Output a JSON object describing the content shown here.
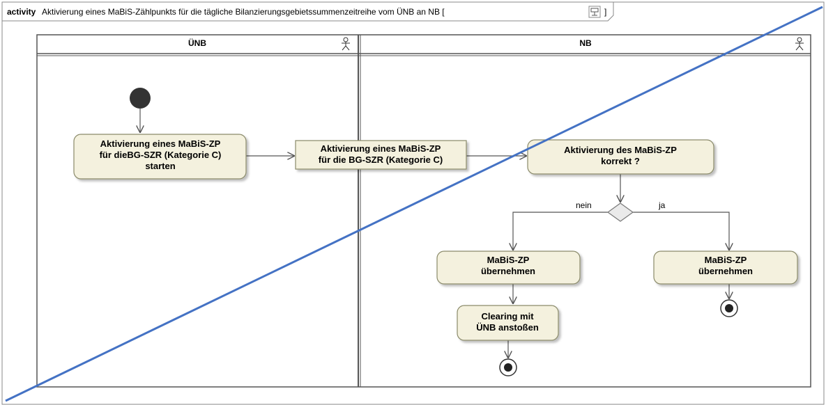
{
  "frame": {
    "keyword": "activity",
    "title": "Aktivierung eines MaBiS-Zählpunkts für die tägliche Bilanzierungsgebietssummenzeitreihe vom ÜNB an NB [",
    "suffix": "]",
    "icon": "activity-diagram-icon"
  },
  "lanes": {
    "left": {
      "title": "ÜNB",
      "icon": "actor-icon"
    },
    "right": {
      "title": "NB",
      "icon": "actor-icon"
    }
  },
  "nodes": {
    "start_action": {
      "line1": "Aktivierung eines MaBiS-ZP",
      "line2": "für dieBG-SZR (Kategorie C)",
      "line3": "starten"
    },
    "object_node": {
      "line1": "Aktivierung eines MaBiS-ZP",
      "line2": "für die BG-SZR (Kategorie C)"
    },
    "check_action": {
      "line1": "Aktivierung des MaBiS-ZP",
      "line2": "korrekt ?"
    },
    "take_left": {
      "line1": "MaBiS-ZP",
      "line2": "übernehmen"
    },
    "take_right": {
      "line1": "MaBiS-ZP",
      "line2": "übernehmen"
    },
    "clearing": {
      "line1": "Clearing mit",
      "line2": "ÜNB anstoßen"
    }
  },
  "guards": {
    "no": "nein",
    "yes": "ja"
  },
  "colors": {
    "action_fill": "#f4f1de",
    "action_stroke": "#8a8a6a",
    "lane_line": "#555555",
    "overlay_line": "#4472c4"
  }
}
